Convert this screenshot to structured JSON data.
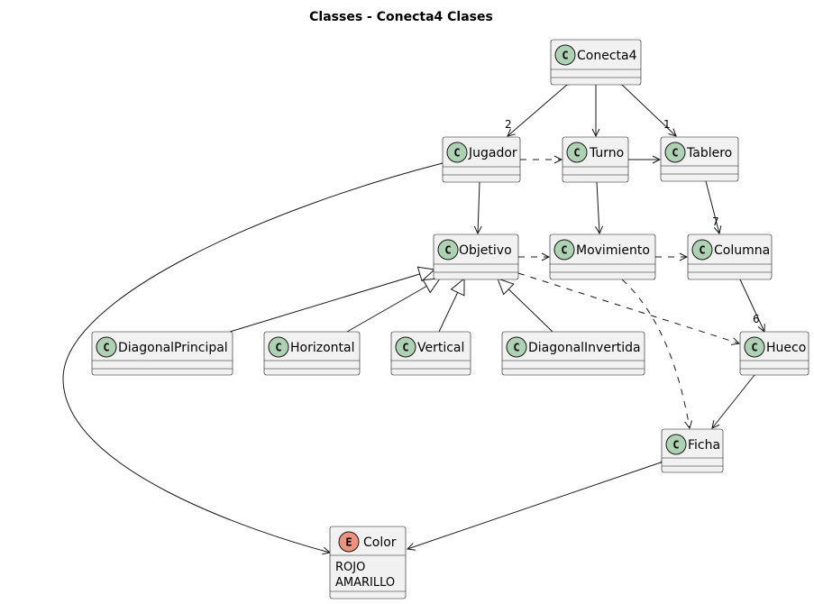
{
  "title": "Classes - Conecta4 Clases",
  "classes": {
    "conecta4": "Conecta4",
    "jugador": "Jugador",
    "turno": "Turno",
    "tablero": "Tablero",
    "objetivo": "Objetivo",
    "movimiento": "Movimiento",
    "columna": "Columna",
    "diagonal_principal": "DiagonalPrincipal",
    "horizontal": "Horizontal",
    "vertical": "Vertical",
    "diagonal_invertida": "DiagonalInvertida",
    "hueco": "Hueco",
    "ficha": "Ficha"
  },
  "enum_color": {
    "name": "Color",
    "literals": [
      "ROJO",
      "AMARILLO"
    ]
  },
  "multiplicities": {
    "conecta4_jugador": "2",
    "conecta4_tablero": "1",
    "tablero_columna": "7",
    "columna_hueco": "6"
  },
  "stereotype_letters": {
    "class": "C",
    "enum": "E"
  },
  "colors": {
    "class_fill": "#f1f1f1",
    "class_stereotype": "#add1b2",
    "enum_stereotype": "#eb937f",
    "line": "#181818"
  }
}
